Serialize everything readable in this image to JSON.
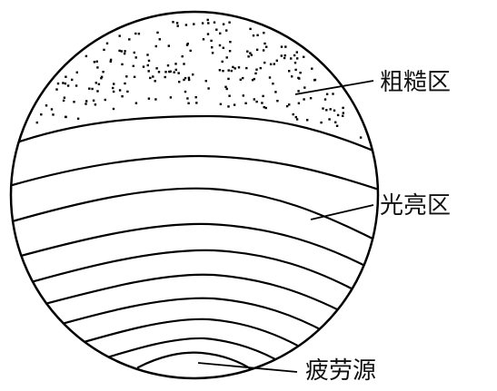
{
  "labels": {
    "rough_zone": "粗糙区",
    "bright_zone": "光亮区",
    "fatigue_origin": "疲劳源"
  },
  "colors": {
    "stroke": "#000000",
    "text": "#111111",
    "background": "#ffffff"
  }
}
